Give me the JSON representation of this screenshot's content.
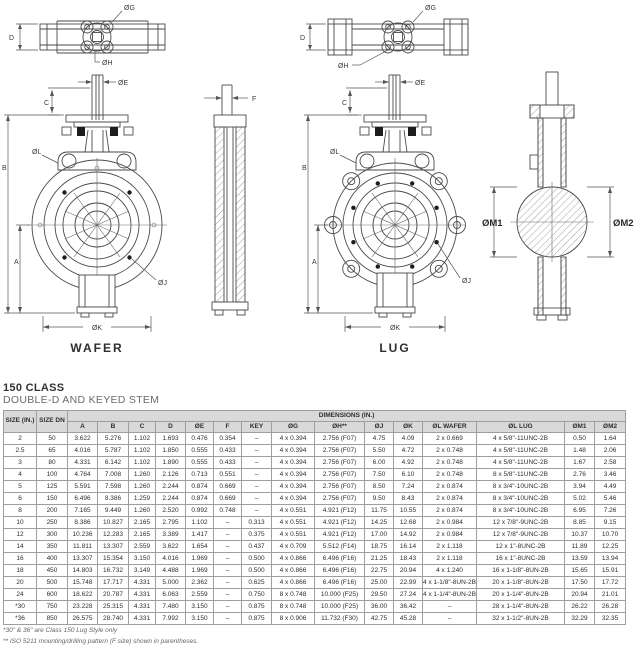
{
  "colors": {
    "header_bg": "#d9d9d9",
    "line_art": "#4a4a4a",
    "text": "#2e2e2e"
  },
  "drawings": {
    "labels": {
      "og": "ØG",
      "oh": "ØH",
      "d": "D",
      "oe": "ØE",
      "c": "C",
      "ol": "ØL",
      "b": "B",
      "a": "A",
      "oj": "ØJ",
      "ok": "ØK",
      "f": "F",
      "om1": "ØM1",
      "om2": "ØM2"
    },
    "captions": {
      "wafer": "WAFER",
      "lug": "LUG"
    }
  },
  "section": {
    "title": "150 CLASS",
    "subtitle": "DOUBLE-D AND KEYED STEM"
  },
  "table": {
    "col_size_in": "SIZE (IN.)",
    "col_size_dn": "SIZE DN",
    "group_header": "DIMENSIONS (IN.)",
    "dim_columns": [
      "A",
      "B",
      "C",
      "D",
      "ØE",
      "F",
      "KEY",
      "ØG",
      "ØH**",
      "ØJ",
      "ØK",
      "ØL WAFER",
      "ØL LUG",
      "ØM1",
      "ØM2"
    ],
    "rows": [
      [
        "2",
        "50",
        "3.622",
        "5.276",
        "1.102",
        "1.693",
        "0.476",
        "0.354",
        "–",
        "4 x 0.394",
        "2.756 (F07)",
        "4.75",
        "4.09",
        "2 x 0.669",
        "4 x 5/8\"-11UNC-2B",
        "0.50",
        "1.64"
      ],
      [
        "2.5",
        "65",
        "4.016",
        "5.787",
        "1.102",
        "1.850",
        "0.555",
        "0.433",
        "–",
        "4 x 0.394",
        "2.756 (F07)",
        "5.50",
        "4.72",
        "2 x 0.748",
        "4 x 5/8\"-11UNC-2B",
        "1.48",
        "2.06"
      ],
      [
        "3",
        "80",
        "4.331",
        "6.142",
        "1.102",
        "1.890",
        "0.555",
        "0.433",
        "–",
        "4 x 0.394",
        "2.756 (F07)",
        "6.00",
        "4.92",
        "2 x 0.748",
        "4 x 5/8\"-11UNC-2B",
        "1.67",
        "2.58"
      ],
      [
        "4",
        "100",
        "4.764",
        "7.008",
        "1.260",
        "2.126",
        "0.713",
        "0.551",
        "–",
        "4 x 0.394",
        "2.756 (F07)",
        "7.50",
        "6.10",
        "2 x 0.748",
        "8 x 5/8\"-11UNC-2B",
        "2.76",
        "3.46"
      ],
      [
        "5",
        "125",
        "5.591",
        "7.598",
        "1.260",
        "2.244",
        "0.874",
        "0.669",
        "–",
        "4 x 0.394",
        "2.756 (F07)",
        "8.50",
        "7.24",
        "2 x 0.874",
        "8 x 3/4\"-10UNC-2B",
        "3.94",
        "4.49"
      ],
      [
        "6",
        "150",
        "6.496",
        "8.386",
        "1.259",
        "2.244",
        "0.874",
        "0.669",
        "–",
        "4 x 0.394",
        "2.756 (F07)",
        "9.50",
        "8.43",
        "2 x 0.874",
        "8 x 3/4\"-10UNC-2B",
        "5.02",
        "5.46"
      ],
      [
        "8",
        "200",
        "7.165",
        "9.449",
        "1.260",
        "2.520",
        "0.992",
        "0.748",
        "–",
        "4 x 0.551",
        "4.921 (F12)",
        "11.75",
        "10.55",
        "2 x 0.874",
        "8 x 3/4\"-10UNC-2B",
        "6.95",
        "7.26"
      ],
      [
        "10",
        "250",
        "8.386",
        "10.827",
        "2.165",
        "2.795",
        "1.102",
        "–",
        "0.313",
        "4 x 0.551",
        "4.921 (F12)",
        "14.25",
        "12.68",
        "2 x 0.984",
        "12 x 7/8\"-9UNC-2B",
        "8.85",
        "9.15"
      ],
      [
        "12",
        "300",
        "10.236",
        "12.283",
        "2.165",
        "3.389",
        "1.417",
        "–",
        "0.375",
        "4 x 0.551",
        "4.921 (F12)",
        "17.00",
        "14.92",
        "2 x 0.984",
        "12 x 7/8\"-9UNC-2B",
        "10.37",
        "10.70"
      ],
      [
        "14",
        "350",
        "11.811",
        "13.307",
        "2.559",
        "3.622",
        "1.654",
        "–",
        "0.437",
        "4 x 0.709",
        "5.512 (F14)",
        "18.75",
        "16.14",
        "2 x 1.118",
        "12 x 1\"-8UNC-2B",
        "11.89",
        "12.25"
      ],
      [
        "16",
        "400",
        "13.307",
        "15.354",
        "3.150",
        "4.016",
        "1.969",
        "–",
        "0.500",
        "4 x 0.866",
        "6.496 (F16)",
        "21.25",
        "18.43",
        "2 x 1.118",
        "16 x 1\"-8UNC-2B",
        "13.59",
        "13.94"
      ],
      [
        "18",
        "450",
        "14.803",
        "16.732",
        "3.149",
        "4.488",
        "1.969",
        "–",
        "0.500",
        "4 x 0.866",
        "6.496 (F16)",
        "22.75",
        "20.94",
        "4 x 1.240",
        "16 x 1-1/8\"-8UN-2B",
        "15.65",
        "15.91"
      ],
      [
        "20",
        "500",
        "15.748",
        "17.717",
        "4.331",
        "5.000",
        "2.362",
        "–",
        "0.625",
        "4 x 0.866",
        "6.496 (F16)",
        "25.00",
        "22.99",
        "4 x 1-1/8\"-8UN-2B",
        "20 x 1-1/8\"-8UN-2B",
        "17.50",
        "17.72"
      ],
      [
        "24",
        "600",
        "18.622",
        "20.787",
        "4.331",
        "6.063",
        "2.559",
        "–",
        "0.750",
        "8 x 0.748",
        "10.000 (F25)",
        "29.50",
        "27.24",
        "4 x 1-1/4\"-8UN-2B",
        "20 x 1-1/4\"-8UN-2B",
        "20.94",
        "21.01"
      ],
      [
        "*30",
        "750",
        "23.228",
        "25.315",
        "4.331",
        "7.480",
        "3.150",
        "–",
        "0.875",
        "8 x 0.748",
        "10.000 (F25)",
        "36.00",
        "36.42",
        "–",
        "28 x 1-1/4\"-8UN-2B",
        "26.22",
        "26.28"
      ],
      [
        "*36",
        "850",
        "26.575",
        "28.740",
        "4.331",
        "7.992",
        "3.150",
        "–",
        "0.875",
        "8 x 0.906",
        "11.732 (F30)",
        "42.75",
        "45.28",
        "–",
        "32 x 1-1/2\"-8UN-2B",
        "32.29",
        "32.35"
      ]
    ]
  },
  "footnotes": [
    "*30\" & 36\" are Class 150 Lug Style only",
    "** ISO 5211 mounting/drilling pattern (F size) shown in parentheses."
  ]
}
